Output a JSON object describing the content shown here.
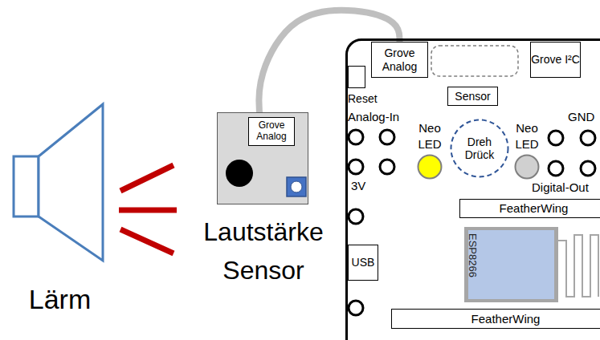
{
  "diagram": {
    "nodes": [
      {
        "text": [
          "Lärm"
        ]
      },
      {
        "text": [
          "Lautstärke Sensor"
        ]
      },
      {
        "text": [
          "Grove Analog"
        ],
        "in": 1
      },
      {
        "text": [
          "Analog-In",
          "GND",
          "3V",
          "Digital-Out"
        ]
      },
      {
        "text": [
          "Grove Analog"
        ],
        "in": 3
      },
      {
        "text": [
          "Grove I²C"
        ],
        "in": 3
      },
      {
        "text": [
          "Reset"
        ],
        "in": 3
      },
      {
        "text": [
          "Sensor"
        ],
        "in": 3
      },
      {
        "text": [
          "Neo LED"
        ],
        "in": 3
      },
      {
        "text": [
          "Dreh Drück"
        ],
        "in": 3
      },
      {
        "text": [
          "Neo LED"
        ],
        "in": 3
      },
      {
        "text": [
          "FeatherWing"
        ],
        "in": 3
      },
      {
        "text": [
          "USB"
        ],
        "in": 3
      },
      {
        "text": [
          "ESP8266"
        ],
        "in": 3
      },
      {
        "text": [
          "FeatherWing"
        ],
        "in": 3
      }
    ],
    "edges": [
      {
        "from": 2,
        "to": 4,
        "arrow": "none"
      }
    ]
  }
}
